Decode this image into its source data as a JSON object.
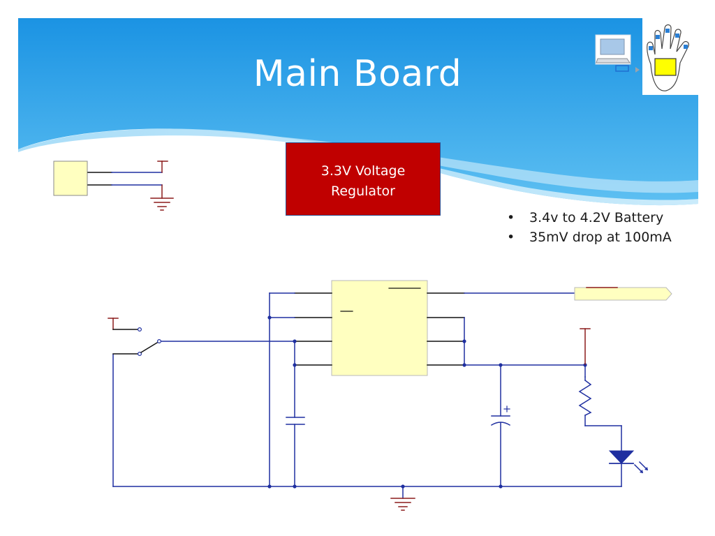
{
  "slide": {
    "title": "Main Board",
    "regulator_box": {
      "line1": "3.3V Voltage",
      "line2": "Regulator"
    },
    "bullets": [
      "3.4v to 4.2V Battery",
      "35mV drop at 100mA"
    ]
  },
  "colors": {
    "banner": "#2a9fe6",
    "wire": "#1f2fa0",
    "supply_symbol": "#8b1a1a",
    "component_fill": "#ffffc0",
    "regulator_box": "#c00000"
  },
  "icons": [
    "laptop-icon",
    "hand-glove-icon",
    "led-diode-icon",
    "ground-icon",
    "capacitor-icon",
    "resistor-icon"
  ]
}
